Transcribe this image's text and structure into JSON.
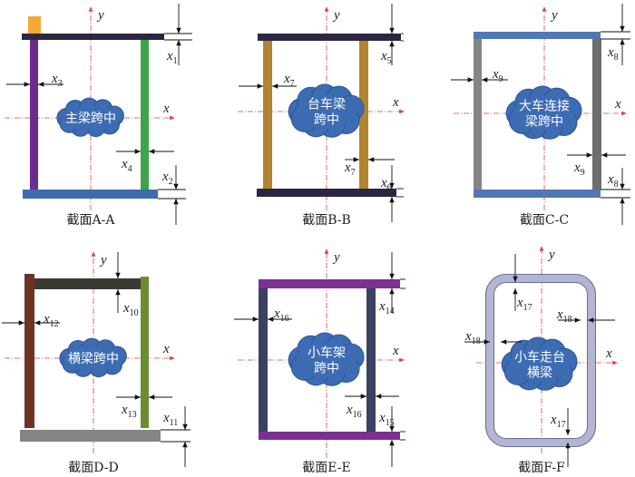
{
  "axis_labels": {
    "x": "x",
    "y": "y"
  },
  "colors": {
    "axis": "#e04040",
    "dim": "#111111",
    "cloud_fill": "#3d6cb3",
    "cloud_stroke": "#2f5a9c"
  },
  "panels": [
    {
      "caption": "截面A-A",
      "cloud": [
        "主梁跨中"
      ],
      "dims": [
        {
          "v": "x",
          "s": "1"
        },
        {
          "v": "x",
          "s": "3"
        },
        {
          "v": "x",
          "s": "4"
        },
        {
          "v": "x",
          "s": "2"
        }
      ],
      "colors": {
        "top": "#2e2640",
        "left": "#6b2d8c",
        "right": "#3ea34c",
        "bottom": "#3f6bb0",
        "block": "#f2a934"
      }
    },
    {
      "caption": "截面B-B",
      "cloud": [
        "台车梁",
        "跨中"
      ],
      "dims": [
        {
          "v": "x",
          "s": "5"
        },
        {
          "v": "x",
          "s": "7"
        },
        {
          "v": "x",
          "s": "7"
        },
        {
          "v": "x",
          "s": "6"
        }
      ],
      "colors": {
        "top": "#2e2640",
        "left": "#b3842f",
        "right": "#b3842f",
        "bottom": "#2e2640"
      }
    },
    {
      "caption": "截面C-C",
      "cloud": [
        "大车连接",
        "梁跨中"
      ],
      "dims": [
        {
          "v": "x",
          "s": "8"
        },
        {
          "v": "x",
          "s": "9"
        },
        {
          "v": "x",
          "s": "9"
        },
        {
          "v": "x",
          "s": "8"
        }
      ],
      "colors": {
        "top": "#5078b2",
        "left": "#858585",
        "right": "#6e6e6e",
        "bottom": "#5078b2"
      }
    },
    {
      "caption": "截面D-D",
      "cloud": [
        "横梁跨中"
      ],
      "dims": [
        {
          "v": "x",
          "s": "10"
        },
        {
          "v": "x",
          "s": "12"
        },
        {
          "v": "x",
          "s": "13"
        },
        {
          "v": "x",
          "s": "11"
        }
      ],
      "colors": {
        "top": "#3a3a32",
        "left": "#6e3322",
        "right": "#6c8c32",
        "bottom": "#858585"
      }
    },
    {
      "caption": "截面E-E",
      "cloud": [
        "小车架",
        "跨中"
      ],
      "dims": [
        {
          "v": "x",
          "s": "14"
        },
        {
          "v": "x",
          "s": "16"
        },
        {
          "v": "x",
          "s": "16"
        },
        {
          "v": "x",
          "s": "15"
        }
      ],
      "colors": {
        "top": "#7b3192",
        "left": "#3b4162",
        "right": "#3b4162",
        "bottom": "#7b3192"
      }
    },
    {
      "caption": "截面F-F",
      "cloud": [
        "小车走台",
        "横梁"
      ],
      "dims": [
        {
          "v": "x",
          "s": "17"
        },
        {
          "v": "x",
          "s": "18"
        },
        {
          "v": "x",
          "s": "18"
        },
        {
          "v": "x",
          "s": "17"
        }
      ],
      "colors": {
        "tube": "#b3b6d2",
        "tube_stroke": "#6c6f90"
      }
    }
  ]
}
